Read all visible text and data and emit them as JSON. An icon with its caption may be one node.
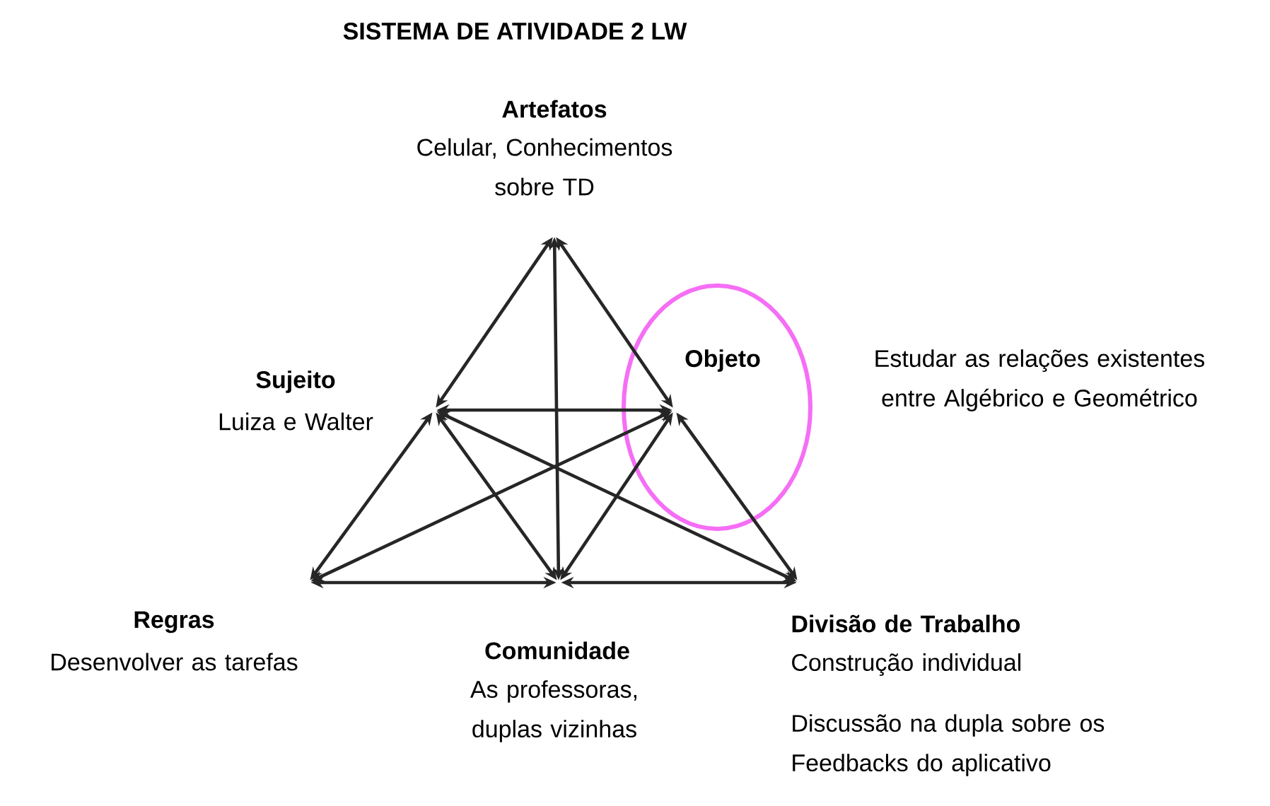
{
  "diagram": {
    "title": "SISTEMA DE ATIVIDADE 2 LW",
    "nodes": [
      {
        "text": [
          "Artefatos",
          "Celular, Conhecimentos sobre TD"
        ]
      },
      {
        "text": [
          "Sujeito",
          "Luiza e Walter"
        ]
      },
      {
        "text": [
          "Objeto",
          "Estudar as relações existentes entre Algébrico e Geométrico"
        ]
      },
      {
        "text": [
          "Regras",
          "Desenvolver as tarefas"
        ]
      },
      {
        "text": [
          "Comunidade",
          "As professoras, duplas vizinhas"
        ]
      },
      {
        "text": [
          "Divisão de Trabalho",
          "Construção individual",
          "Discussão na dupla sobre os Feedbacks do aplicativo"
        ]
      }
    ],
    "edges": [
      {
        "from": 0,
        "to": 1,
        "arrow": "both"
      },
      {
        "from": 0,
        "to": 2,
        "arrow": "both"
      },
      {
        "from": 0,
        "to": 4,
        "arrow": "both"
      },
      {
        "from": 1,
        "to": 2,
        "arrow": "both"
      },
      {
        "from": 1,
        "to": 3,
        "arrow": "both"
      },
      {
        "from": 1,
        "to": 4,
        "arrow": "both"
      },
      {
        "from": 1,
        "to": 5,
        "arrow": "both"
      },
      {
        "from": 2,
        "to": 3,
        "arrow": "both"
      },
      {
        "from": 2,
        "to": 4,
        "arrow": "both"
      },
      {
        "from": 2,
        "to": 5,
        "arrow": "both"
      },
      {
        "from": 3,
        "to": 4,
        "arrow": "both"
      },
      {
        "from": 4,
        "to": 5,
        "arrow": "both"
      }
    ]
  }
}
